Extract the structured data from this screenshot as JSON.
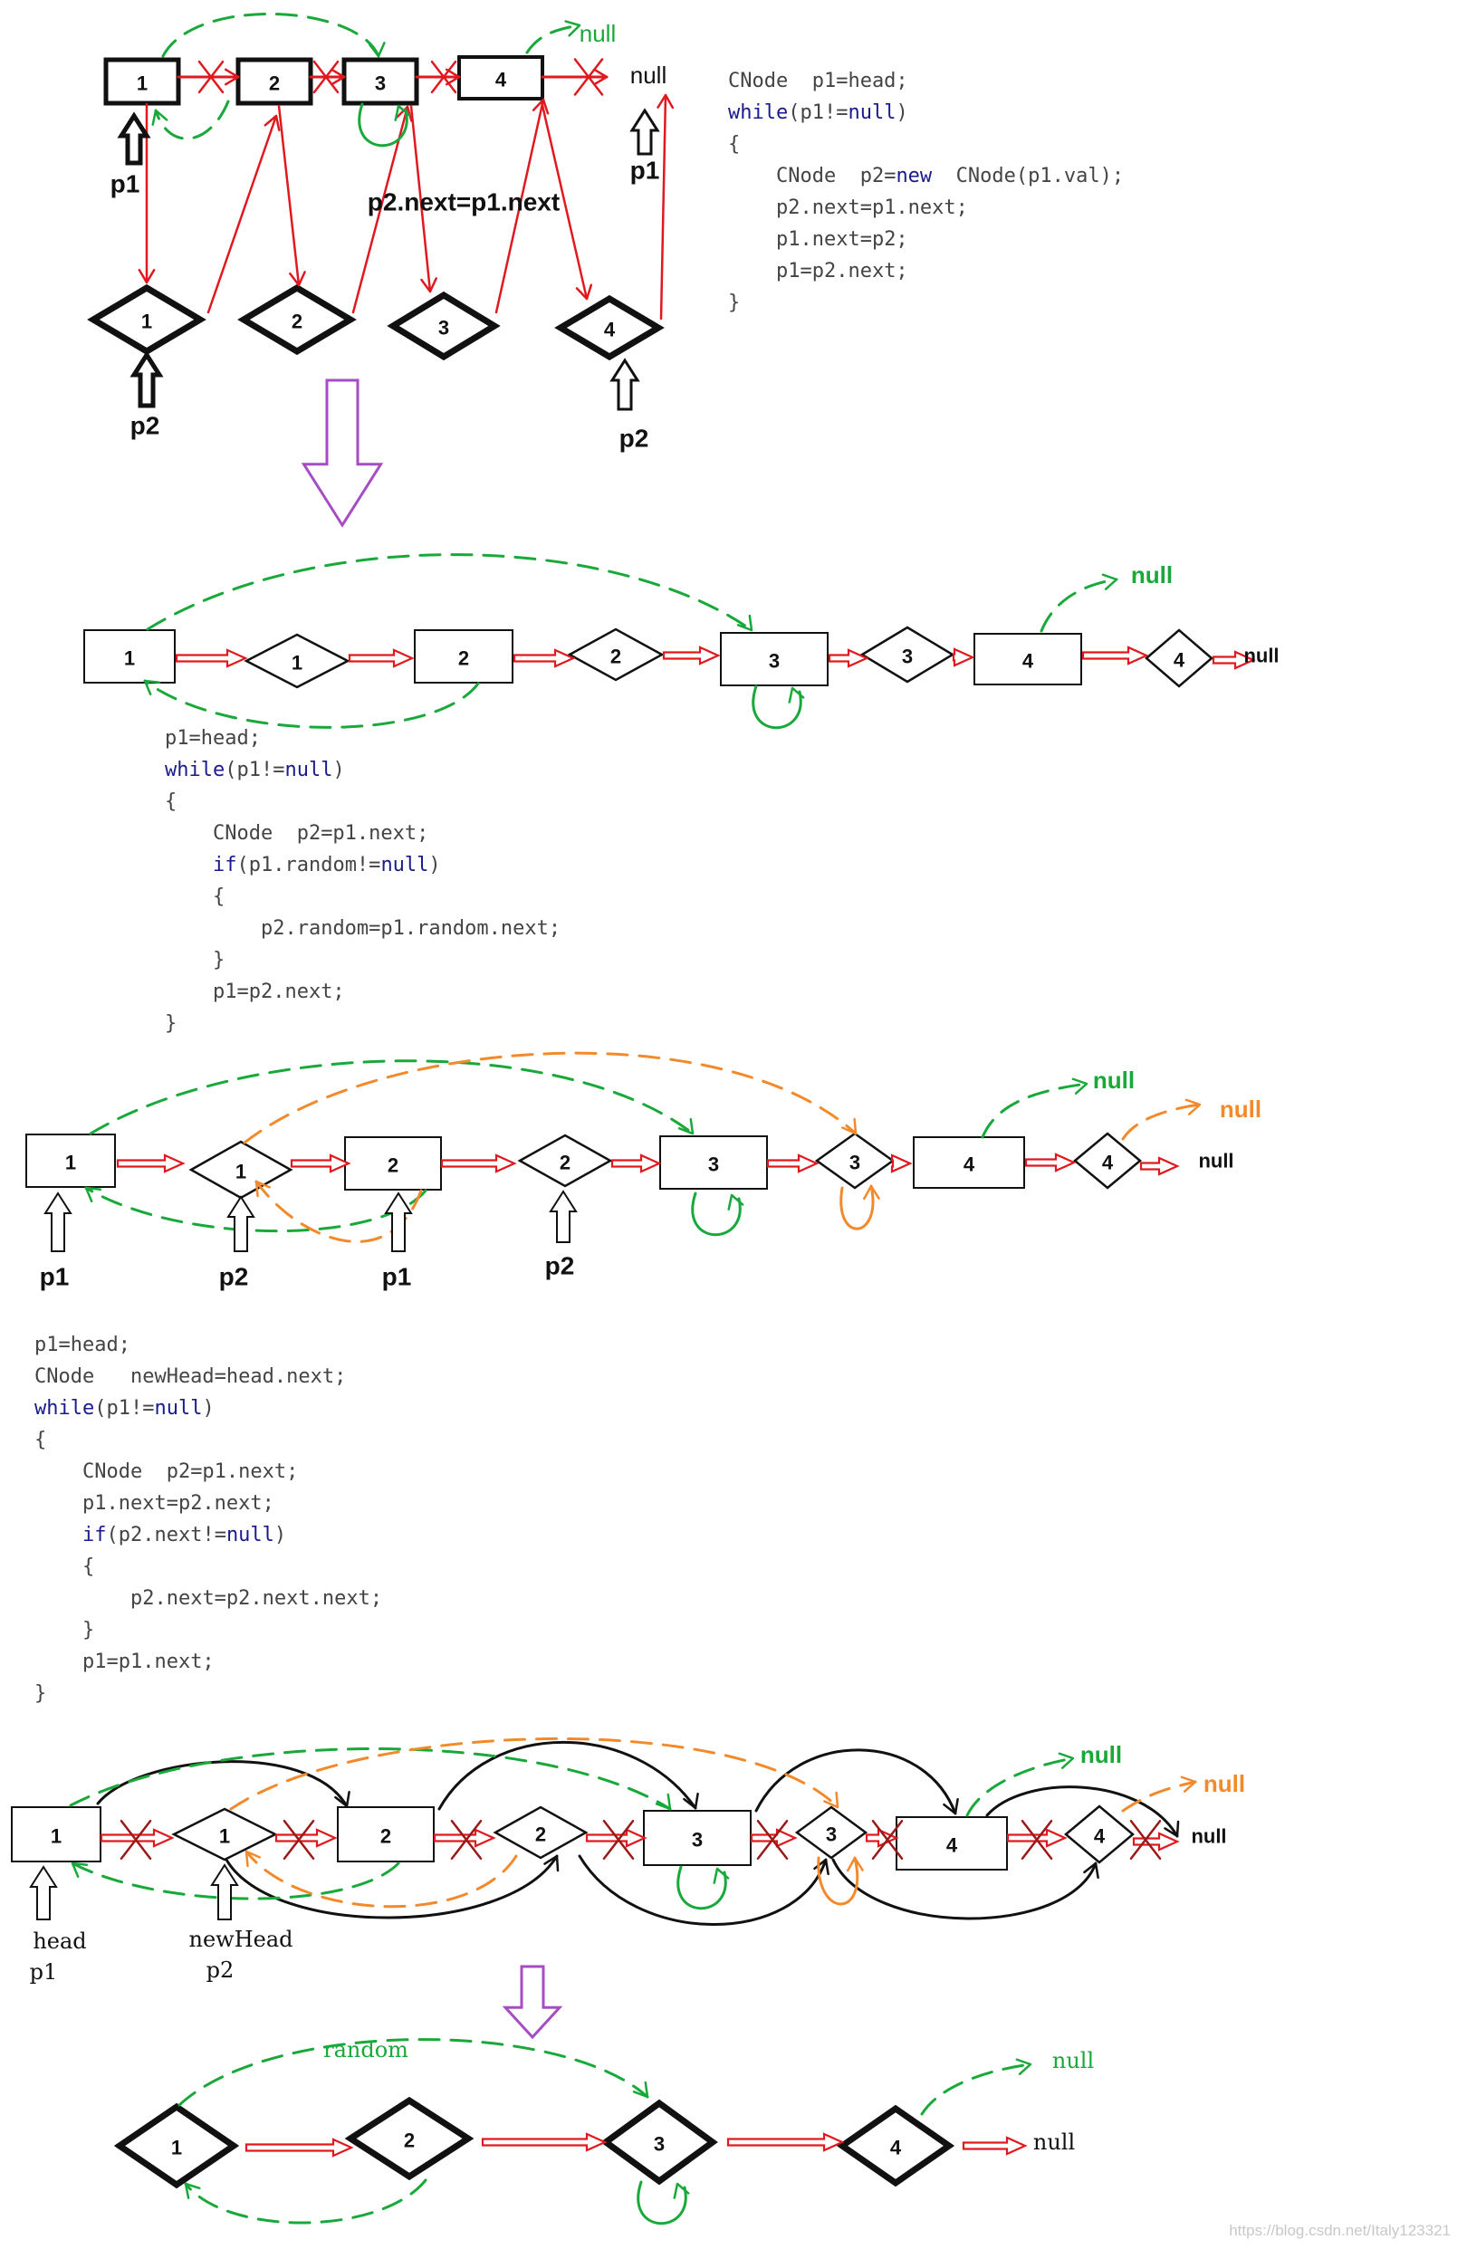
{
  "colors": {
    "red": "#e0191f",
    "green": "#19a83a",
    "orange": "#f28a2c",
    "purple": "#a64dc4",
    "black": "#111111",
    "code_text": "#444444",
    "code_keyword": "#1a1a8c"
  },
  "labels": {
    "null": "null",
    "p1": "p1",
    "p2": "p2",
    "head": "head",
    "newHead": "newHead",
    "random": "random",
    "assign_note": "p2.next=p1.next",
    "watermark": "https://blog.csdn.net/Italy123321"
  },
  "nodes": [
    "1",
    "2",
    "3",
    "4"
  ],
  "code_blocks": [
    [
      {
        "indent": 0,
        "parts": [
          {
            "t": "CNode  p1=head;",
            "k": false
          }
        ]
      },
      {
        "indent": 0,
        "parts": [
          {
            "t": "while",
            "k": true
          },
          {
            "t": "(p1!=",
            "k": false
          },
          {
            "t": "null",
            "k": true
          },
          {
            "t": ")",
            "k": false
          }
        ]
      },
      {
        "indent": 0,
        "parts": [
          {
            "t": "{",
            "k": false
          }
        ]
      },
      {
        "indent": 1,
        "parts": [
          {
            "t": "CNode  p2=",
            "k": false
          },
          {
            "t": "new",
            "k": true
          },
          {
            "t": "  CNode(p1.val);",
            "k": false
          }
        ]
      },
      {
        "indent": 1,
        "parts": [
          {
            "t": "p2.next=p1.next;",
            "k": false
          }
        ]
      },
      {
        "indent": 1,
        "parts": [
          {
            "t": "p1.next=p2;",
            "k": false
          }
        ]
      },
      {
        "indent": 1,
        "parts": [
          {
            "t": "p1=p2.next;",
            "k": false
          }
        ]
      },
      {
        "indent": 0,
        "parts": [
          {
            "t": "}",
            "k": false
          }
        ]
      }
    ],
    [
      {
        "indent": 0,
        "parts": [
          {
            "t": "p1=head;",
            "k": false
          }
        ]
      },
      {
        "indent": 0,
        "parts": [
          {
            "t": "while",
            "k": true
          },
          {
            "t": "(p1!=",
            "k": false
          },
          {
            "t": "null",
            "k": true
          },
          {
            "t": ")",
            "k": false
          }
        ]
      },
      {
        "indent": 0,
        "parts": [
          {
            "t": "{",
            "k": false
          }
        ]
      },
      {
        "indent": 1,
        "parts": [
          {
            "t": "CNode  p2=p1.next;",
            "k": false
          }
        ]
      },
      {
        "indent": 1,
        "parts": [
          {
            "t": "if",
            "k": true
          },
          {
            "t": "(p1.random!=",
            "k": false
          },
          {
            "t": "null",
            "k": true
          },
          {
            "t": ")",
            "k": false
          }
        ]
      },
      {
        "indent": 1,
        "parts": [
          {
            "t": "{",
            "k": false
          }
        ]
      },
      {
        "indent": 2,
        "parts": [
          {
            "t": "p2.random=p1.random.next;",
            "k": false
          }
        ]
      },
      {
        "indent": 1,
        "parts": [
          {
            "t": "}",
            "k": false
          }
        ]
      },
      {
        "indent": 1,
        "parts": [
          {
            "t": "p1=p2.next;",
            "k": false
          }
        ]
      },
      {
        "indent": 0,
        "parts": [
          {
            "t": "}",
            "k": false
          }
        ]
      }
    ],
    [
      {
        "indent": 0,
        "parts": [
          {
            "t": "p1=head;",
            "k": false
          }
        ]
      },
      {
        "indent": 0,
        "parts": [
          {
            "t": "CNode   newHead=head.next;",
            "k": false
          }
        ]
      },
      {
        "indent": 0,
        "parts": [
          {
            "t": "while",
            "k": true
          },
          {
            "t": "(p1!=",
            "k": false
          },
          {
            "t": "null",
            "k": true
          },
          {
            "t": ")",
            "k": false
          }
        ]
      },
      {
        "indent": 0,
        "parts": [
          {
            "t": "{",
            "k": false
          }
        ]
      },
      {
        "indent": 1,
        "parts": [
          {
            "t": "CNode  p2=p1.next;",
            "k": false
          }
        ]
      },
      {
        "indent": 1,
        "parts": [
          {
            "t": "p1.next=p2.next;",
            "k": false
          }
        ]
      },
      {
        "indent": 1,
        "parts": [
          {
            "t": "if",
            "k": true
          },
          {
            "t": "(p2.next!=",
            "k": false
          },
          {
            "t": "null",
            "k": true
          },
          {
            "t": ")",
            "k": false
          }
        ]
      },
      {
        "indent": 1,
        "parts": [
          {
            "t": "{",
            "k": false
          }
        ]
      },
      {
        "indent": 2,
        "parts": [
          {
            "t": "p2.next=p2.next.next;",
            "k": false
          }
        ]
      },
      {
        "indent": 1,
        "parts": [
          {
            "t": "}",
            "k": false
          }
        ]
      },
      {
        "indent": 1,
        "parts": [
          {
            "t": "p1=p1.next;",
            "k": false
          }
        ]
      },
      {
        "indent": 0,
        "parts": [
          {
            "t": "}",
            "k": false
          }
        ]
      }
    ]
  ]
}
